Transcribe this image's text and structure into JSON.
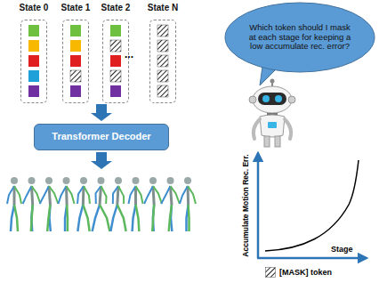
{
  "diagram": {
    "nodes": [
      {
        "text": [
          "State 0"
        ]
      },
      {
        "text": [
          "State 1"
        ]
      },
      {
        "text": [
          "State 2"
        ]
      },
      {
        "text": [
          "State N"
        ]
      },
      {
        "text": [
          "Transformer Decoder"
        ]
      },
      {
        "text": [
          "Which token should I mask at each stage for keeping a low accumulate rec. error?"
        ]
      }
    ],
    "labels": [
      "...",
      "Accumulate Motion Rec. Err.",
      "Stage"
    ],
    "legend": [
      {
        "text": "[MASK] token"
      }
    ]
  }
}
